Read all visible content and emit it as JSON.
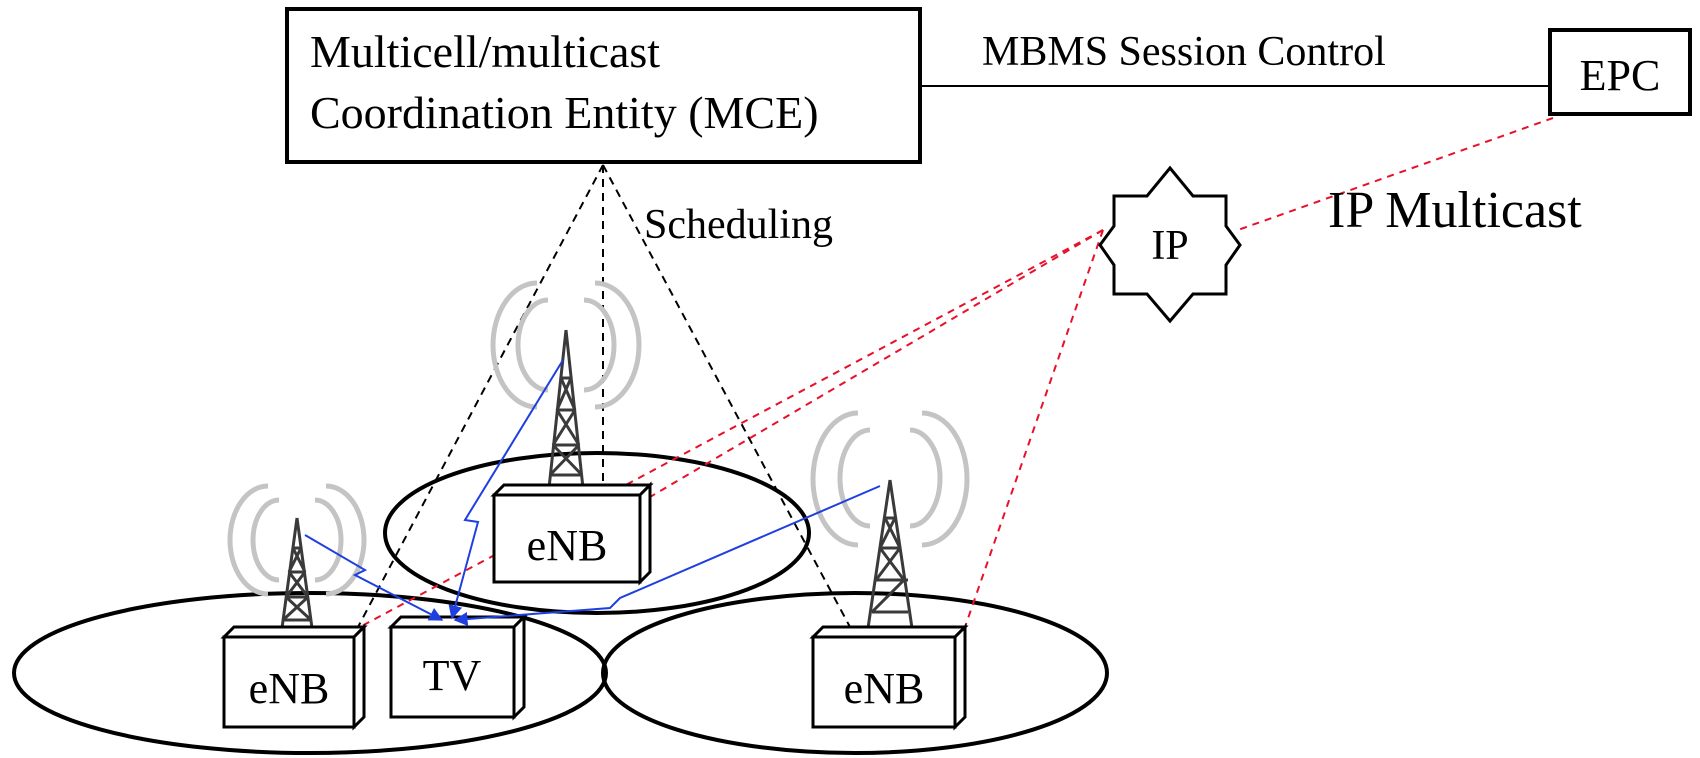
{
  "mce": {
    "line1": "Multicell/multicast",
    "line2": "Coordination Entity (MCE)"
  },
  "epc": {
    "label": "EPC"
  },
  "ip_node": {
    "label": "IP"
  },
  "labels": {
    "session_control": "MBMS Session Control",
    "scheduling": "Scheduling",
    "ip_multicast": "IP Multicast"
  },
  "enbs": [
    {
      "label": "eNB"
    },
    {
      "label": "eNB"
    },
    {
      "label": "eNB"
    }
  ],
  "tv": {
    "label": "TV"
  },
  "colors": {
    "ip_multicast_link": "#e8102a",
    "radio_link": "#1f3fe0",
    "tower": "#3a3a3a",
    "signal_waves": "#c4c4c4"
  }
}
